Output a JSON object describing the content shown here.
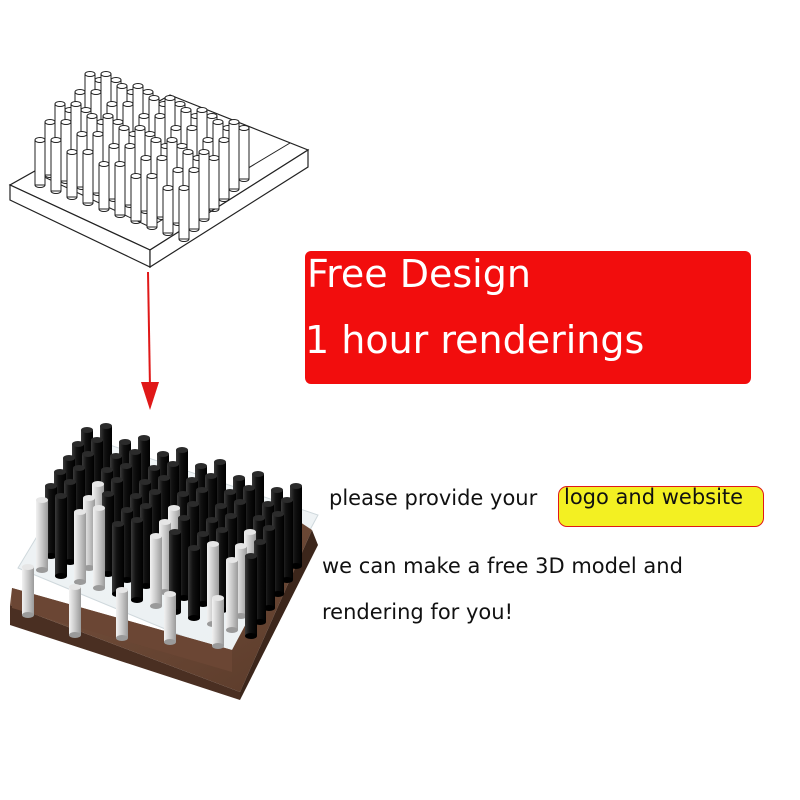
{
  "colors": {
    "banner": "#f20d0d",
    "highlight": "#f3f022",
    "outline": "#e01818",
    "arrow": "#e01818",
    "wood": "#5b3b2a"
  },
  "banner": {
    "line1": "Free Design",
    "line2": "1 hour renderings"
  },
  "message": {
    "provide_prefix": "please provide your",
    "provide_highlight": "logo and website",
    "line2": "we can make a free 3D model and",
    "line3": "rendering for you!"
  },
  "images": {
    "sketch": "line-drawing-of-pin-display-stand",
    "render": "3d-rendering-of-pin-display-stand"
  }
}
